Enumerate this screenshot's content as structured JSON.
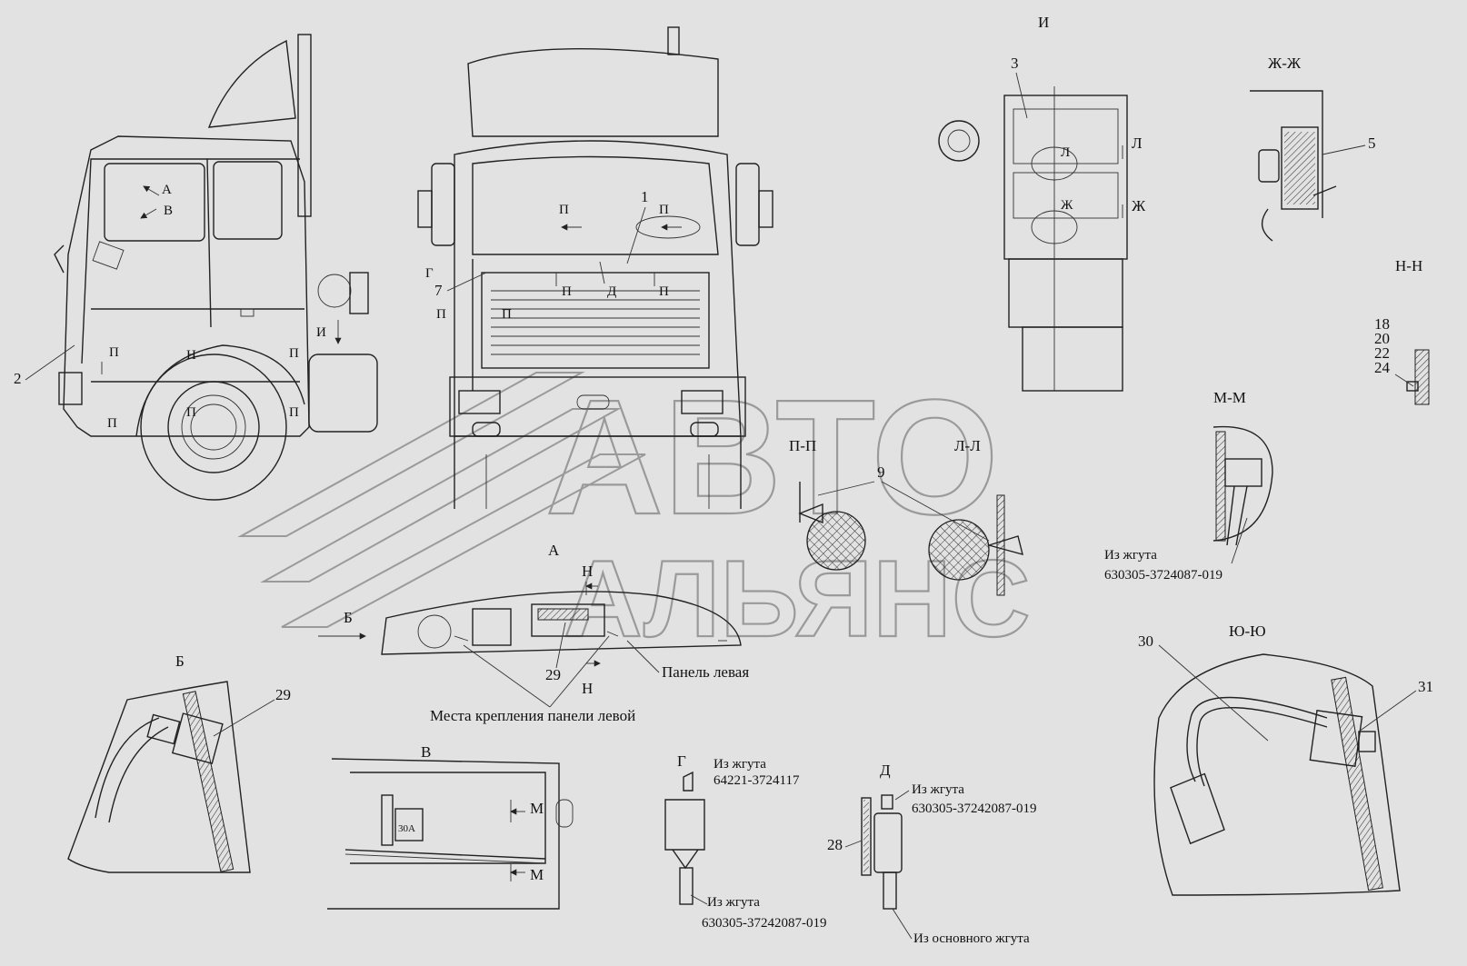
{
  "views": {
    "I": "И",
    "ZhZh": "Ж-Ж",
    "NN": "Н-Н",
    "MM": "М-М",
    "PP": "П-П",
    "LL": "Л-Л",
    "YuYu": "Ю-Ю",
    "A": "А",
    "B": "Б",
    "V": "В",
    "G": "Г",
    "D": "Д"
  },
  "markers": {
    "P": "П",
    "N": "Н",
    "M": "М",
    "L": "Л",
    "Zh": "Ж",
    "I": "И",
    "A": "А",
    "V": "В",
    "G": "Г",
    "D": "Д",
    "B": "Б"
  },
  "numbers": {
    "n1": "1",
    "n2": "2",
    "n3": "3",
    "n5": "5",
    "n7": "7",
    "n9": "9",
    "n18": "18",
    "n20": "20",
    "n22": "22",
    "n24": "24",
    "n28": "28",
    "n29": "29",
    "n30": "30",
    "n31": "31",
    "fuse": "30А"
  },
  "notes": {
    "from_harness": "Из жгута",
    "harness_mm": "630305-3724087-019",
    "harness_g": "64221-3724117",
    "harness_long": "630305-37242087-019",
    "main_harness": "Из основного жгута",
    "panel_left": "Панель левая",
    "panel_mounts": "Места крепления панели левой"
  },
  "watermark": {
    "line1": "АВТО",
    "line2": "АЛЬЯНС"
  },
  "colors": {
    "background": "#e2e2e2",
    "ink": "#222222",
    "watermark": "#9a9a9a"
  }
}
